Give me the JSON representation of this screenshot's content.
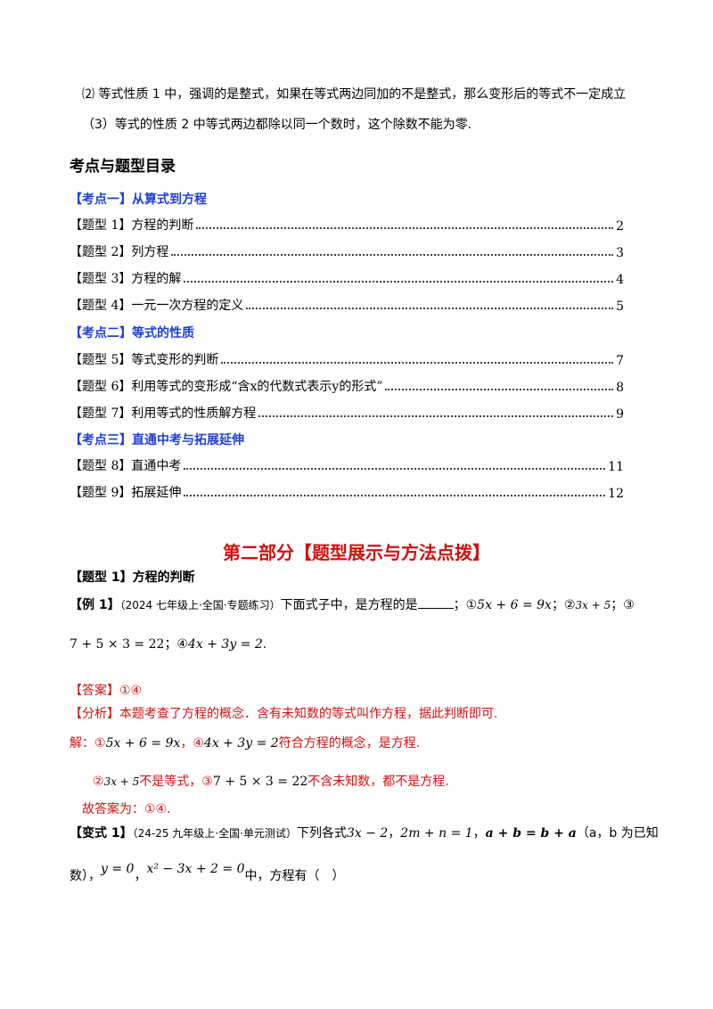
{
  "intro": {
    "line1": "⑵ 等式性质 1 中，强调的是整式，如果在等式两边同加的不是整式，那么变形后的等式不一定成立",
    "line2": "（3）等式的性质 2 中等式两边都除以同一个数时，这个除数不能为零."
  },
  "toc": {
    "title": "考点与题型目录",
    "sections": [
      {
        "heading": "【考点一】从算式到方程",
        "items": [
          {
            "label": "【题型 1】方程的判断",
            "page": "2"
          },
          {
            "label": "【题型 2】列方程",
            "page": "3"
          },
          {
            "label": "【题型 3】方程的解",
            "page": "4"
          },
          {
            "label": "【题型 4】一元一次方程的定义",
            "page": "5"
          }
        ]
      },
      {
        "heading": "【考点二】等式的性质",
        "items": [
          {
            "label": "【题型 5】等式变形的判断",
            "page": "7"
          },
          {
            "label": "【题型 6】利用等式的变形成“含x的代数式表示y的形式”",
            "page": "8"
          },
          {
            "label": "【题型 7】利用等式的性质解方程",
            "page": "9"
          }
        ]
      },
      {
        "heading": "【考点三】直通中考与拓展延伸",
        "items": [
          {
            "label": "【题型 8】直通中考",
            "page": "11"
          },
          {
            "label": "【题型 9】拓展延伸",
            "page": "12"
          }
        ]
      }
    ]
  },
  "part2": {
    "title": "第二部分【题型展示与方法点拨】",
    "type_heading": "【题型 1】方程的判断",
    "example": {
      "tag": "【例 1】",
      "source": "（2024 七年级上·全国·专题练习）",
      "stem": "下面式子中，是方程的是",
      "opt1_num": "①",
      "opt1": "5x + 6 = 9x",
      "opt2_num": "；②",
      "opt2": "3x + 5",
      "opt3_num": "；③",
      "opt3": "7 + 5 × 3 = 22",
      "opt4_num": "；④",
      "opt4": "4x + 3y = 2",
      "end": "."
    },
    "answer": {
      "label": "【答案】",
      "value": "①④"
    },
    "analysis": {
      "label": "【分析】",
      "text": "本题考查了方程的概念．含有未知数的等式叫作方程，据此判断即可."
    },
    "solution": {
      "prefix": "解：①",
      "eq1": "5x + 6 = 9x",
      "mid": "，④",
      "eq2": "4x + 3y = 2",
      "suffix": "符合方程的概念，是方程.",
      "line2_prefix": "②",
      "line2_eq1": "3x + 5",
      "line2_mid": "不是等式，③",
      "line2_eq2": "7 + 5 × 3 = 22",
      "line2_suffix": "不含未知数，都不是方程.",
      "conclusion": "故答案为：①④."
    },
    "variant": {
      "tag": "【变式 1】",
      "source": "（24-25 九年级上·全国·单元测试）",
      "stem": "下列各式",
      "e1": "3x − 2",
      "sep1": "，",
      "e2": "2m + n = 1",
      "sep2": "，",
      "e3": "a + b = b + a",
      "note": "（a，b 为已知",
      "line2_start": "数），",
      "e4": "y = 0",
      "sep3": "，",
      "e5": "x² − 3x + 2 = 0",
      "line2_end": "中，方程有（　）"
    }
  }
}
